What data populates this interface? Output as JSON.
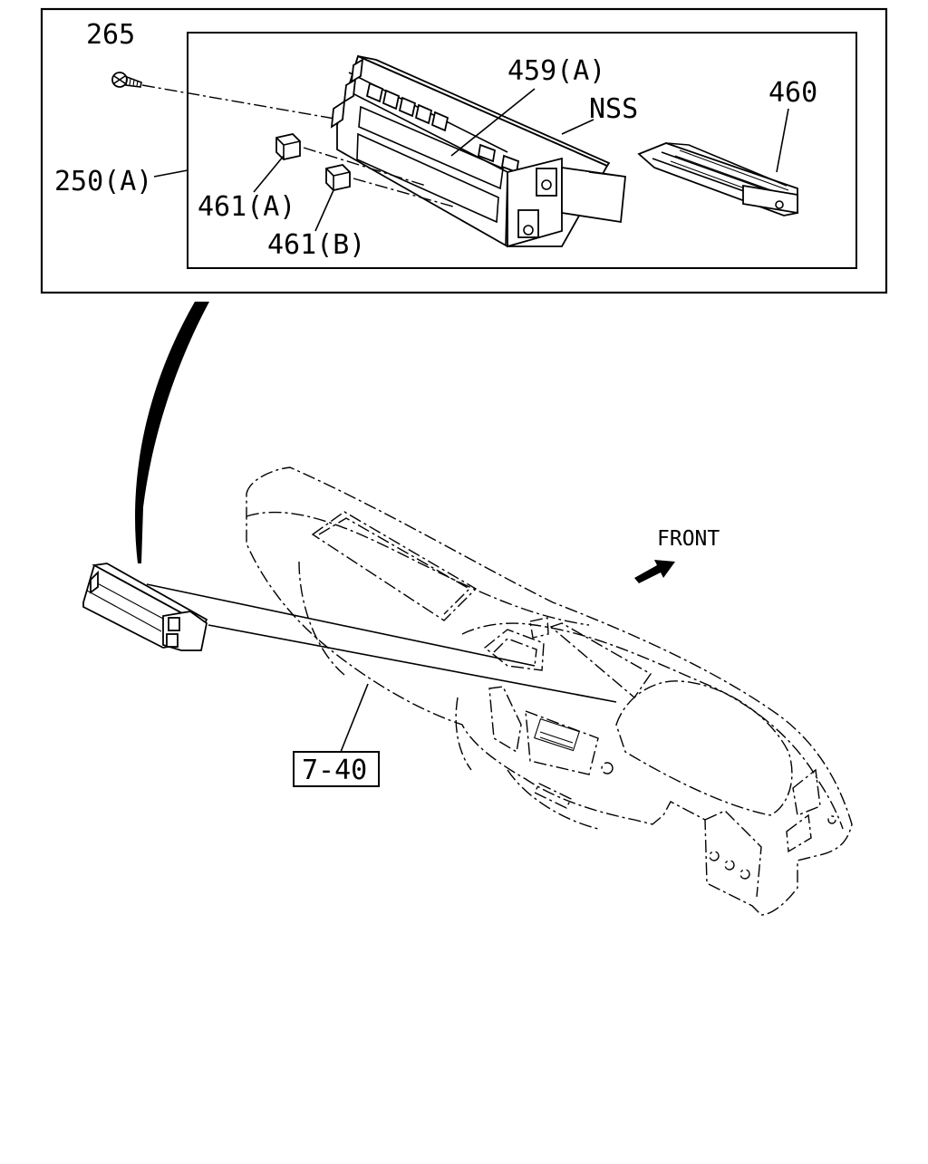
{
  "labels": {
    "screw": "265",
    "assembly": "250(A)",
    "audio_unit": "459(A)",
    "nss": "NSS",
    "bracket": "460",
    "knob_a": "461(A)",
    "knob_b": "461(B)",
    "front": "FRONT",
    "ref": "7-40"
  }
}
